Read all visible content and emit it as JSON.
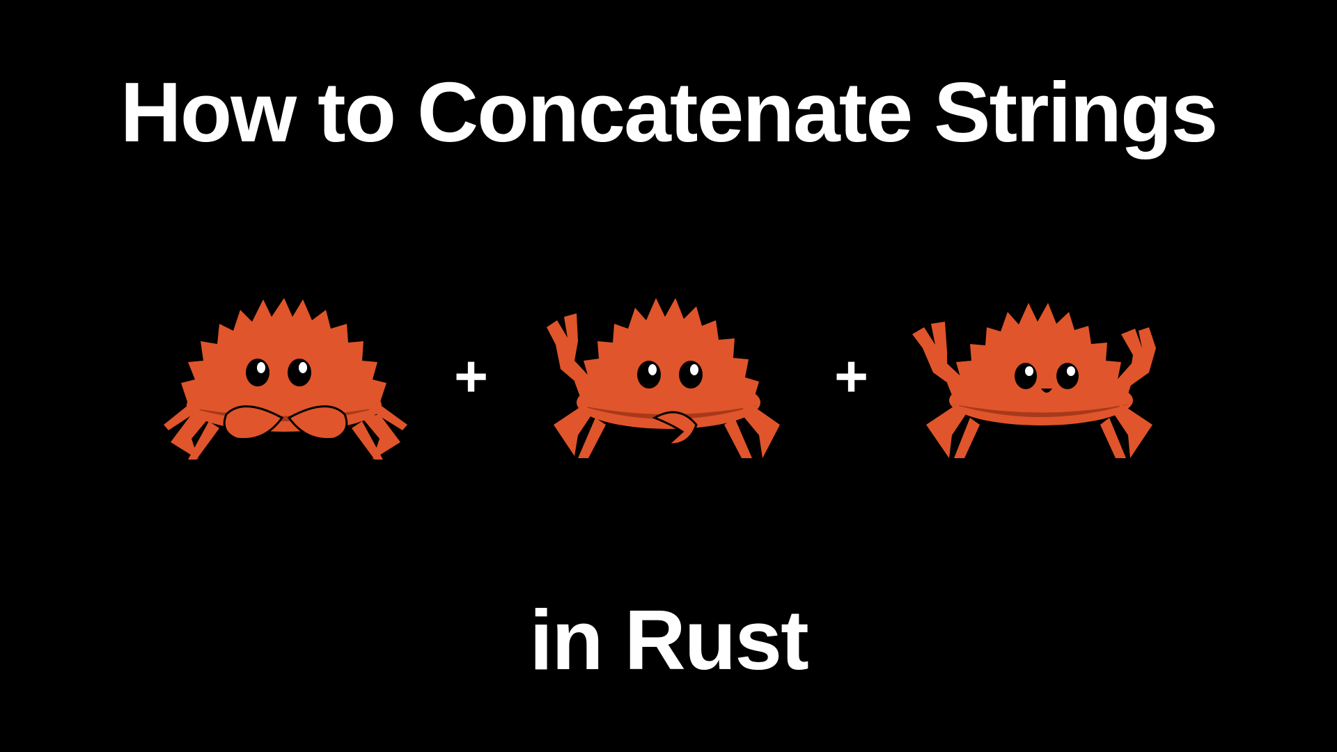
{
  "title": "How to Concatenate Strings",
  "subtitle": "in Rust",
  "operators": [
    "+",
    "+"
  ],
  "mascots": [
    {
      "name": "ferris-crab-icon",
      "pose": "claws-down-mouth-hidden"
    },
    {
      "name": "ferris-crab-icon",
      "pose": "left-claw-up"
    },
    {
      "name": "ferris-crab-icon",
      "pose": "both-claws-up-smiling"
    }
  ],
  "colors": {
    "background": "#000000",
    "text": "#ffffff",
    "crab": "#e0552b",
    "crab_shadow": "#a8391a"
  }
}
